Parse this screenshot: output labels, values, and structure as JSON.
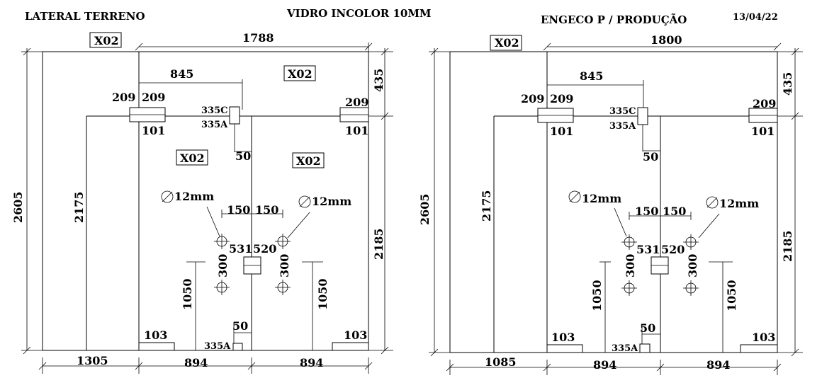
{
  "header": {
    "title_left": "LATERAL TERRENO",
    "title_center": "VIDRO INCOLOR 10MM",
    "title_right": "ENGECO P / PRODUÇÃO",
    "date": "13/04/22"
  },
  "left": {
    "tag": "X02",
    "width": "1788",
    "height_total": "2605",
    "height_fixed": "2175",
    "bottom_left": "1305",
    "bottom_mid": "894",
    "bottom_right": "894",
    "top_right_dim": "435",
    "right_height": "2185",
    "dim_845": "845",
    "d209": "209",
    "d101": "101",
    "d335c": "335C",
    "d335a": "335A",
    "d50": "50",
    "d12": "12mm",
    "d150": "150",
    "d531": "531",
    "d520": "520",
    "d300": "300",
    "d1050": "1050",
    "d103": "103"
  },
  "right": {
    "tag": "X02",
    "width": "1800",
    "height_total": "2605",
    "height_fixed": "2175",
    "bottom_left": "1085",
    "bottom_mid": "894",
    "bottom_right": "894",
    "top_right_dim": "435",
    "right_height": "2185",
    "dim_845": "845",
    "d209": "209",
    "d101": "101",
    "d335c": "335C",
    "d335a": "335A",
    "d50": "50",
    "d12": "12mm",
    "d150": "150",
    "d531": "531",
    "d520": "520",
    "d300": "300",
    "d1050": "1050",
    "d103": "103"
  }
}
